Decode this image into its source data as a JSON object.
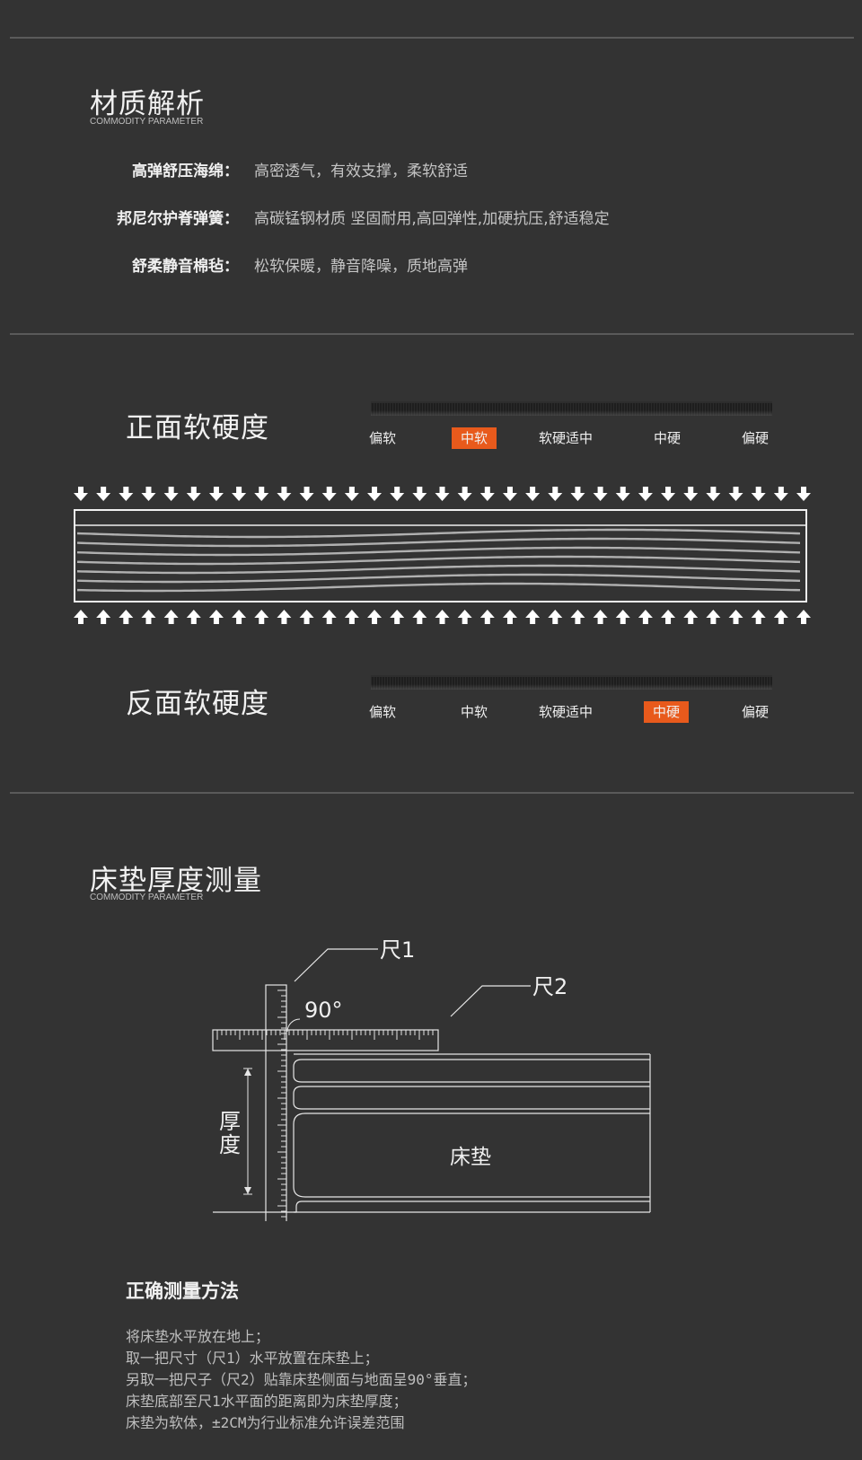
{
  "materials": {
    "title": "材质解析",
    "subtitle": "COMMODITY PARAMETER",
    "items": [
      {
        "label": "高弹舒压海绵：",
        "value": "高密透气，有效支撑，柔软舒适"
      },
      {
        "label": "邦尼尔护脊弹簧：",
        "value": "高碳锰钢材质 坚固耐用,高回弹性,加硬抗压,舒适稳定"
      },
      {
        "label": "舒柔静音棉毡：",
        "value": "松软保暖，静音降噪，质地高弹"
      }
    ]
  },
  "front": {
    "title": "正面软硬度",
    "levels": [
      "偏软",
      "中软",
      "软硬适中",
      "中硬",
      "偏硬"
    ],
    "selected": "中软"
  },
  "back": {
    "title": "反面软硬度",
    "levels": [
      "偏软",
      "中软",
      "软硬适中",
      "中硬",
      "偏硬"
    ],
    "selected": "中硬"
  },
  "thickness": {
    "title": "床垫厚度测量",
    "subtitle": "COMMODITY PARAMETER",
    "diagram": {
      "ruler1": "尺1",
      "ruler2": "尺2",
      "angle": "90°",
      "thickness_label_1": "厚",
      "thickness_label_2": "度",
      "mattress": "床垫"
    },
    "method_title": "正确测量方法",
    "method_steps": [
      "将床垫水平放在地上；",
      "取一把尺寸（尺1）水平放置在床垫上；",
      "另取一把尺子（尺2）贴靠床垫侧面与地面呈90°垂直；",
      "床垫底部至尺1水平面的距离即为床垫厚度；",
      "床垫为软体，±2CM为行业标准允许误差范围"
    ]
  },
  "colors": {
    "background": "#333333",
    "accent": "#e85a1c"
  }
}
